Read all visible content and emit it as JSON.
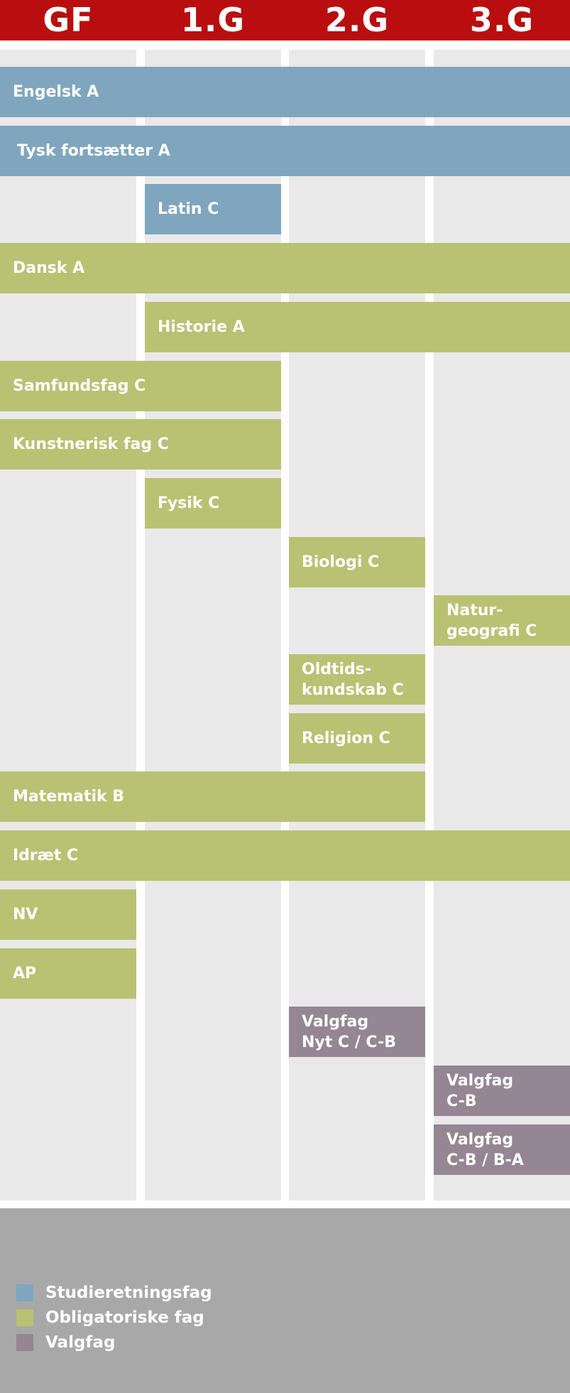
{
  "colors": {
    "header": "#b90e10",
    "studieretningsfag": "#7fa6be",
    "obligatoriske_fag": "#b9c173",
    "valgfag": "#948692",
    "column": "#e9e9e9",
    "legend_bg": "#a8a8a8"
  },
  "years": [
    "GF",
    "1.G",
    "2.G",
    "3.G"
  ],
  "subjects": [
    {
      "label": "Engelsk A",
      "category": "studieretningsfag",
      "from": 0,
      "to": 3
    },
    {
      "label": "Tysk fortsætter  A",
      "category": "studieretningsfag",
      "from": 0,
      "to": 3
    },
    {
      "label": "Latin C",
      "category": "studieretningsfag",
      "from": 1,
      "to": 1
    },
    {
      "label": "Dansk A",
      "category": "obligatoriske_fag",
      "from": 0,
      "to": 3
    },
    {
      "label": "Historie A",
      "category": "obligatoriske_fag",
      "from": 1,
      "to": 3
    },
    {
      "label": "Samfundsfag  C",
      "category": "obligatoriske_fag",
      "from": 0,
      "to": 1
    },
    {
      "label": "Kunstnerisk fag C",
      "category": "obligatoriske_fag",
      "from": 0,
      "to": 1
    },
    {
      "label": "Fysik C",
      "category": "obligatoriske_fag",
      "from": 1,
      "to": 1
    },
    {
      "label": "Biologi C",
      "category": "obligatoriske_fag",
      "from": 2,
      "to": 2
    },
    {
      "label": "Natur-\ngeografi C",
      "category": "obligatoriske_fag",
      "from": 3,
      "to": 3
    },
    {
      "label": "Oldtids-\nkundskab C",
      "category": "obligatoriske_fag",
      "from": 2,
      "to": 2
    },
    {
      "label": "Religion  C",
      "category": "obligatoriske_fag",
      "from": 2,
      "to": 2
    },
    {
      "label": "Matematik B",
      "category": "obligatoriske_fag",
      "from": 0,
      "to": 2
    },
    {
      "label": "Idræt C",
      "category": "obligatoriske_fag",
      "from": 0,
      "to": 3
    },
    {
      "label": "NV",
      "category": "obligatoriske_fag",
      "from": 0,
      "to": 0
    },
    {
      "label": "AP",
      "category": "obligatoriske_fag",
      "from": 0,
      "to": 0
    },
    {
      "label": "Valgfag\nNyt C / C-B",
      "category": "valgfag",
      "from": 2,
      "to": 2
    },
    {
      "label": "Valgfag\nC-B",
      "category": "valgfag",
      "from": 3,
      "to": 3
    },
    {
      "label": "Valgfag\nC-B / B-A",
      "category": "valgfag",
      "from": 3,
      "to": 3
    }
  ],
  "legend": [
    {
      "label": "Studieretningsfag",
      "category": "studieretningsfag"
    },
    {
      "label": "Obligatoriske fag",
      "category": "obligatoriske_fag"
    },
    {
      "label": "Valgfag",
      "category": "valgfag"
    }
  ]
}
